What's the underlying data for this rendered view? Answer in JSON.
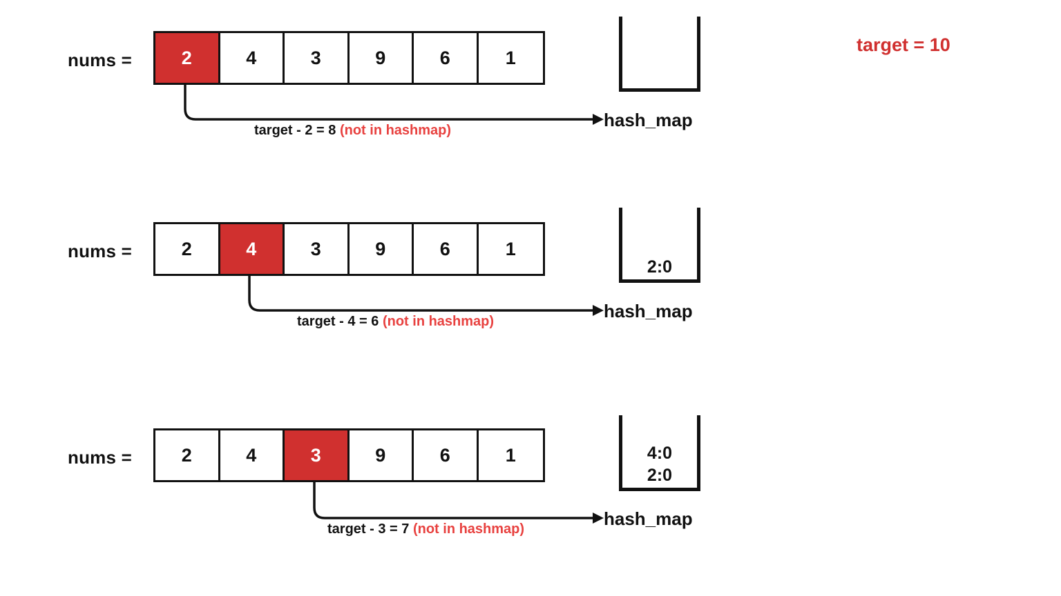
{
  "diagram": {
    "title_note": "two-sum hashmap walkthrough",
    "target_text": "target = 10",
    "target_color": "#d0302f",
    "highlight_color": "#d0302f",
    "miss_color": "#e8413f",
    "nums_label": "nums =",
    "hash_map_label": "hash_map",
    "values": [
      "2",
      "4",
      "3",
      "9",
      "6",
      "1"
    ]
  },
  "steps": [
    {
      "nums_label": "nums =",
      "cells": [
        "2",
        "4",
        "3",
        "9",
        "6",
        "1"
      ],
      "highlight_index": 0,
      "annotation_main": "target - 2 = 8",
      "annotation_note": "(not in hashmap)",
      "hash_map_label": "hash_map",
      "hash_map_entries": []
    },
    {
      "nums_label": "nums =",
      "cells": [
        "2",
        "4",
        "3",
        "9",
        "6",
        "1"
      ],
      "highlight_index": 1,
      "annotation_main": "target - 4 = 6",
      "annotation_note": "(not in hashmap)",
      "hash_map_label": "hash_map",
      "hash_map_entries": [
        "2:0"
      ]
    },
    {
      "nums_label": "nums =",
      "cells": [
        "2",
        "4",
        "3",
        "9",
        "6",
        "1"
      ],
      "highlight_index": 2,
      "annotation_main": "target - 3 = 7",
      "annotation_note": "(not in hashmap)",
      "hash_map_label": "hash_map",
      "hash_map_entries": [
        "4:0",
        "2:0"
      ]
    }
  ]
}
